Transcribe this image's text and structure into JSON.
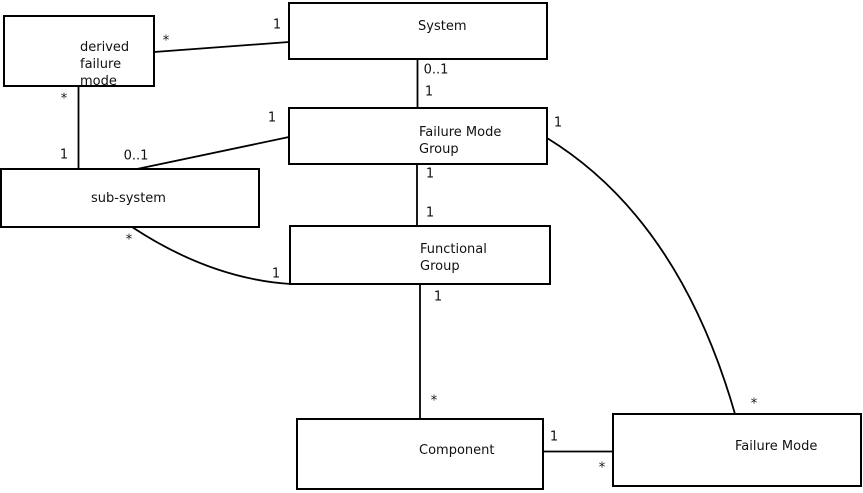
{
  "diagram": {
    "type": "uml-class-association-diagram",
    "background_color": "#ffffff",
    "line_color": "#000000",
    "nodes": [
      {
        "id": "derived-failure-mode",
        "label": "derived\nfailure\nmode"
      },
      {
        "id": "system",
        "label": "System"
      },
      {
        "id": "failure-mode-group",
        "label": "Failure Mode\nGroup"
      },
      {
        "id": "sub-system",
        "label": "sub-system"
      },
      {
        "id": "functional-group",
        "label": "Functional\nGroup"
      },
      {
        "id": "component",
        "label": "Component"
      },
      {
        "id": "failure-mode",
        "label": "Failure Mode"
      }
    ],
    "connections": [
      {
        "from": "system",
        "to": "derived-failure-mode",
        "from_label": "1",
        "to_label": "*"
      },
      {
        "from": "derived-failure-mode",
        "to": "sub-system",
        "from_label": "*",
        "to_label": "1"
      },
      {
        "from": "system",
        "to": "failure-mode-group",
        "from_label": "0..1",
        "to_label": "1"
      },
      {
        "from": "failure-mode-group",
        "to": "sub-system",
        "from_label": "1",
        "to_label": "0..1"
      },
      {
        "from": "failure-mode-group",
        "to": "functional-group",
        "from_label": "1",
        "to_label": "1"
      },
      {
        "from": "sub-system",
        "to": "functional-group",
        "from_label": "*",
        "to_label": "1"
      },
      {
        "from": "functional-group",
        "to": "component",
        "from_label": "1",
        "to_label": "*"
      },
      {
        "from": "component",
        "to": "failure-mode",
        "from_label": "1",
        "to_label": "*"
      },
      {
        "from": "failure-mode-group",
        "to": "failure-mode",
        "from_label": "1",
        "to_label": "*"
      }
    ]
  }
}
